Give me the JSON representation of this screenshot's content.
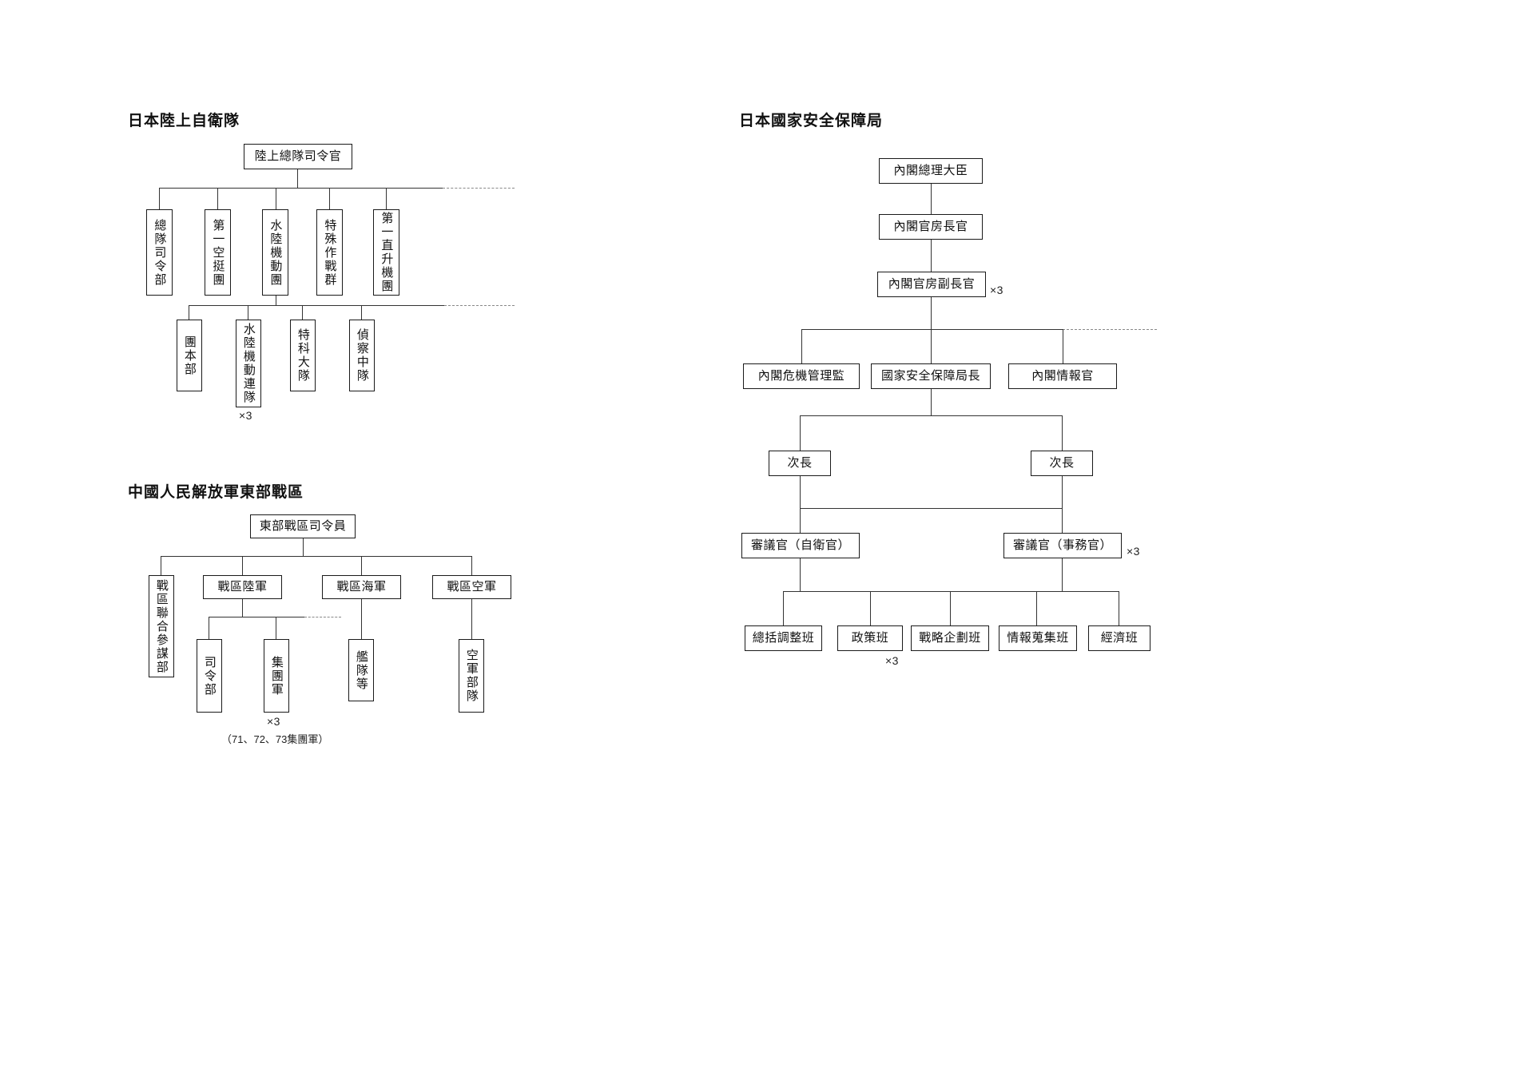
{
  "page": {
    "background": "#ffffff",
    "line_color": "#333333",
    "box_border_color": "#1a1a1a",
    "dashed_color": "#888888"
  },
  "charts": [
    {
      "id": "jgsdf",
      "title": "日本陸上自衛隊",
      "type": "org-chart",
      "root": {
        "label": "陸上總隊司令官",
        "orientation": "horizontal"
      },
      "level2": [
        {
          "label": "總隊司令部",
          "orientation": "vertical"
        },
        {
          "label": "第一空挺團",
          "orientation": "vertical"
        },
        {
          "label": "水陸機動團",
          "orientation": "vertical"
        },
        {
          "label": "特殊作戰群",
          "orientation": "vertical"
        },
        {
          "label": "第一直升機團",
          "orientation": "vertical"
        }
      ],
      "level3_parent": "水陸機動團",
      "level3": [
        {
          "label": "團本部",
          "orientation": "vertical",
          "multiplier": ""
        },
        {
          "label": "水陸機動連隊",
          "orientation": "vertical",
          "multiplier": "×3"
        },
        {
          "label": "特科大隊",
          "orientation": "vertical",
          "multiplier": ""
        },
        {
          "label": "偵察中隊",
          "orientation": "vertical",
          "multiplier": ""
        }
      ],
      "has_truncation_dashes": true
    },
    {
      "id": "pla-eastern",
      "title": "中國人民解放軍東部戰區",
      "type": "org-chart",
      "root": {
        "label": "東部戰區司令員",
        "orientation": "horizontal"
      },
      "level2": [
        {
          "label": "戰區聯合參謀部",
          "orientation": "vertical"
        },
        {
          "label": "戰區陸軍",
          "orientation": "horizontal"
        },
        {
          "label": "戰區海軍",
          "orientation": "horizontal"
        },
        {
          "label": "戰區空軍",
          "orientation": "horizontal"
        }
      ],
      "level3": [
        {
          "label": "司令部",
          "orientation": "vertical",
          "parent": "戰區陸軍",
          "multiplier": ""
        },
        {
          "label": "集團軍",
          "orientation": "vertical",
          "parent": "戰區陸軍",
          "multiplier": "×3",
          "note": "（71、72、73集團軍）"
        },
        {
          "label": "艦隊等",
          "orientation": "vertical",
          "parent": "戰區海軍",
          "multiplier": ""
        },
        {
          "label": "空軍部隊",
          "orientation": "vertical",
          "parent": "戰區空軍",
          "multiplier": ""
        }
      ],
      "has_truncation_dashes": true
    },
    {
      "id": "jp-nss",
      "title": "日本國家安全保障局",
      "type": "org-chart",
      "chain": [
        {
          "label": "內閣總理大臣",
          "orientation": "horizontal",
          "multiplier": ""
        },
        {
          "label": "內閣官房長官",
          "orientation": "horizontal",
          "multiplier": ""
        },
        {
          "label": "內閣官房副長官",
          "orientation": "horizontal",
          "multiplier": "×3"
        }
      ],
      "level_directors": [
        {
          "label": "內閣危機管理監",
          "orientation": "horizontal"
        },
        {
          "label": "國家安全保障局長",
          "orientation": "horizontal"
        },
        {
          "label": "內閣情報官",
          "orientation": "horizontal"
        }
      ],
      "level_deputy": [
        {
          "label": "次長",
          "orientation": "horizontal"
        },
        {
          "label": "次長",
          "orientation": "horizontal"
        }
      ],
      "level_councillor": [
        {
          "label": "審議官（自衛官）",
          "orientation": "horizontal",
          "multiplier": ""
        },
        {
          "label": "審議官（事務官）",
          "orientation": "horizontal",
          "multiplier": "×3"
        }
      ],
      "level_teams": [
        {
          "label": "總括調整班",
          "orientation": "horizontal",
          "multiplier": ""
        },
        {
          "label": "政策班",
          "orientation": "horizontal",
          "multiplier": "×3"
        },
        {
          "label": "戰略企劃班",
          "orientation": "horizontal",
          "multiplier": ""
        },
        {
          "label": "情報蒐集班",
          "orientation": "horizontal",
          "multiplier": ""
        },
        {
          "label": "經濟班",
          "orientation": "horizontal",
          "multiplier": ""
        }
      ],
      "has_truncation_dashes": true
    }
  ]
}
